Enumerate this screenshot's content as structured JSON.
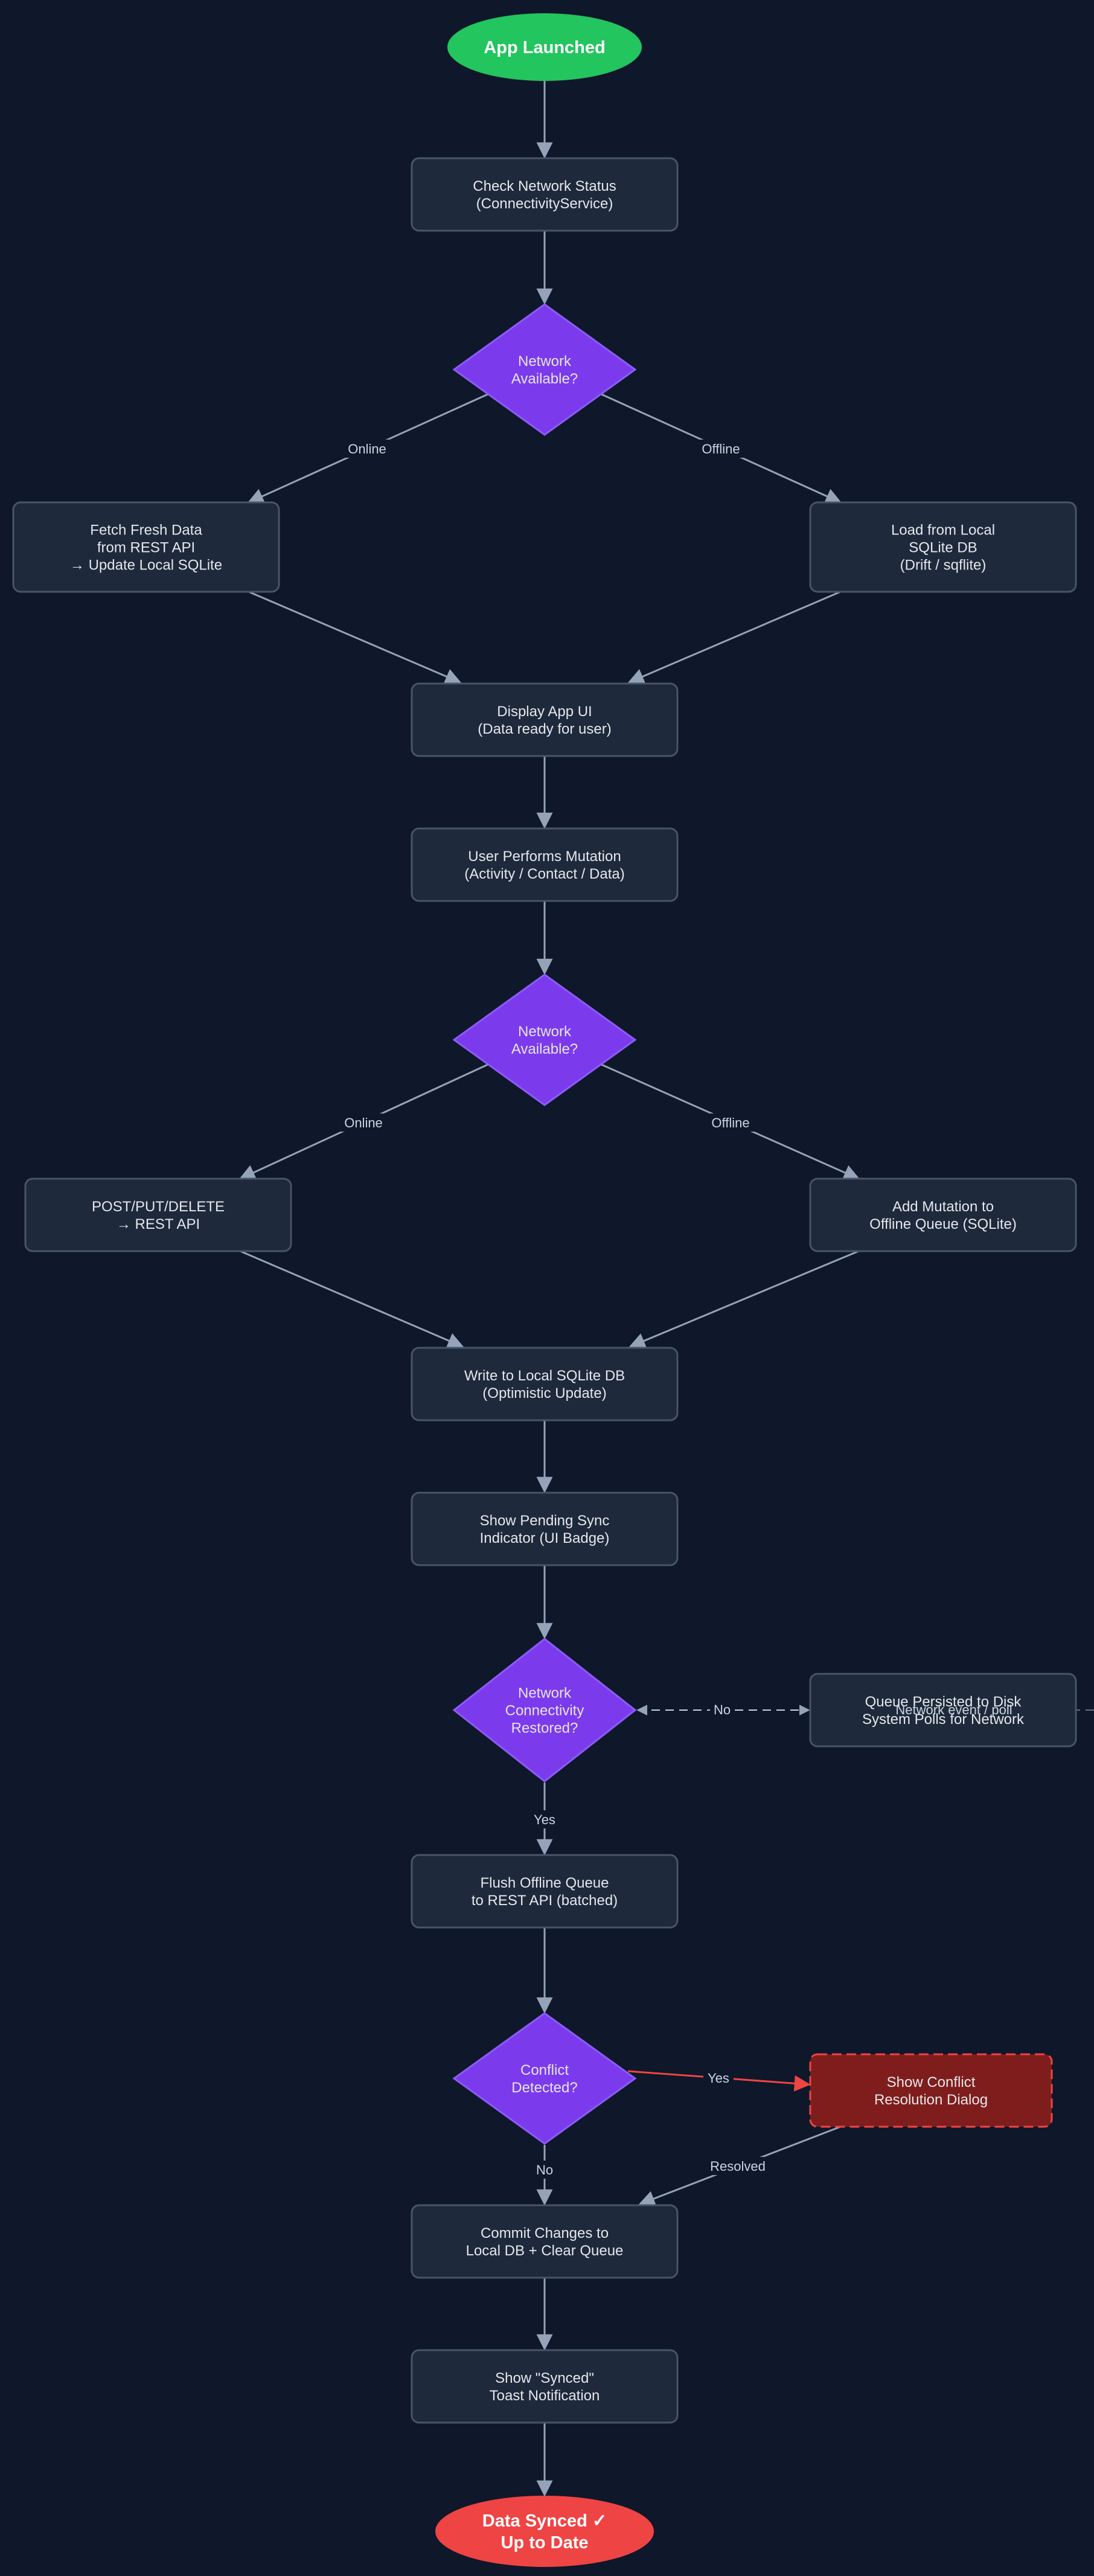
{
  "colors": {
    "background": "#0f172a",
    "process_fill": "#1e293b",
    "process_stroke": "#475569",
    "decision_fill": "#7c3aed",
    "start_fill": "#22c55e",
    "end_fill": "#ef4444",
    "conflict_fill": "#7f1d1d",
    "conflict_stroke": "#ef4444",
    "edge": "#94a3b8",
    "edge_conflict": "#ef4444"
  },
  "nodes": {
    "start": [
      "App Launched"
    ],
    "check_network": [
      "Check Network Status",
      "(ConnectivityService)"
    ],
    "network_available_1": [
      "Network",
      "Available?"
    ],
    "fetch_fresh": [
      "Fetch Fresh Data",
      "from REST API",
      "→ Update Local SQLite"
    ],
    "load_local": [
      "Load from Local",
      "SQLite DB",
      "(Drift / sqflite)"
    ],
    "display_ui": [
      "Display App UI",
      "(Data ready for user)"
    ],
    "user_mutation": [
      "User Performs Mutation",
      "(Activity / Contact / Data)"
    ],
    "network_available_2": [
      "Network",
      "Available?"
    ],
    "post_api": [
      "POST/PUT/DELETE",
      "→ REST API"
    ],
    "add_queue": [
      "Add Mutation to",
      "Offline Queue (SQLite)"
    ],
    "write_local": [
      "Write to Local SQLite DB",
      "(Optimistic Update)"
    ],
    "pending_sync": [
      "Show Pending Sync",
      "Indicator (UI Badge)"
    ],
    "connectivity_restored": [
      "Network",
      "Connectivity",
      "Restored?"
    ],
    "queue_persisted": [
      "Queue Persisted to Disk",
      "System Polls for Network"
    ],
    "flush_queue": [
      "Flush Offline Queue",
      "to REST API (batched)"
    ],
    "conflict_detected": [
      "Conflict",
      "Detected?"
    ],
    "conflict_dialog": [
      "Show Conflict",
      "Resolution Dialog"
    ],
    "commit_changes": [
      "Commit Changes to",
      "Local DB + Clear Queue"
    ],
    "synced_toast": [
      "Show \"Synced\"",
      "Toast Notification"
    ],
    "end": [
      "Data Synced ✓",
      "Up to Date"
    ]
  },
  "edge_labels": {
    "online_1": "Online",
    "offline_1": "Offline",
    "online_2": "Online",
    "offline_2": "Offline",
    "no_restored": "No",
    "network_event": "Network event / poll",
    "yes_restored": "Yes",
    "yes_conflict": "Yes",
    "no_conflict": "No",
    "resolved": "Resolved"
  }
}
